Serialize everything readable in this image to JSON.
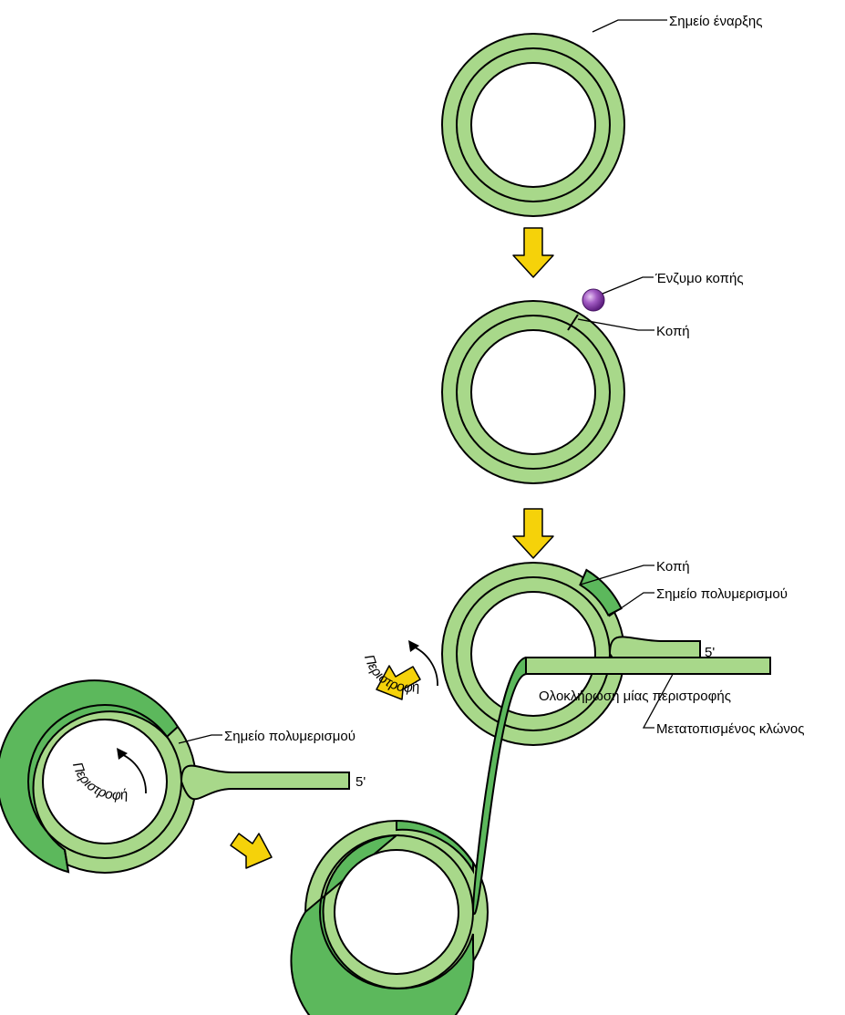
{
  "labels": {
    "origin": "Σημείο έναρξης",
    "nicking_enzyme": "Ένζυμο κοπής",
    "nick_1": "Κοπή",
    "nick_2": "Κοπή",
    "polymerization_site_1": "Σημείο πολυμερισμού",
    "polymerization_site_2": "Σημείο πολυμερισμού",
    "displaced_strand": "Μετατοπισμένος κλώνος",
    "five_prime_1": "5'",
    "five_prime_2": "5'",
    "rotation_1": "Περιστροφή",
    "rotation_2": "Περιστροφή",
    "one_rotation_complete": "Ολοκλήρωση μίας περιστροφής"
  },
  "colors": {
    "template_strand": "#a8d88a",
    "new_strand": "#5cb85c",
    "arrow": "#f5d20a",
    "enzyme": "#8e3fb0",
    "outline": "#000000"
  }
}
